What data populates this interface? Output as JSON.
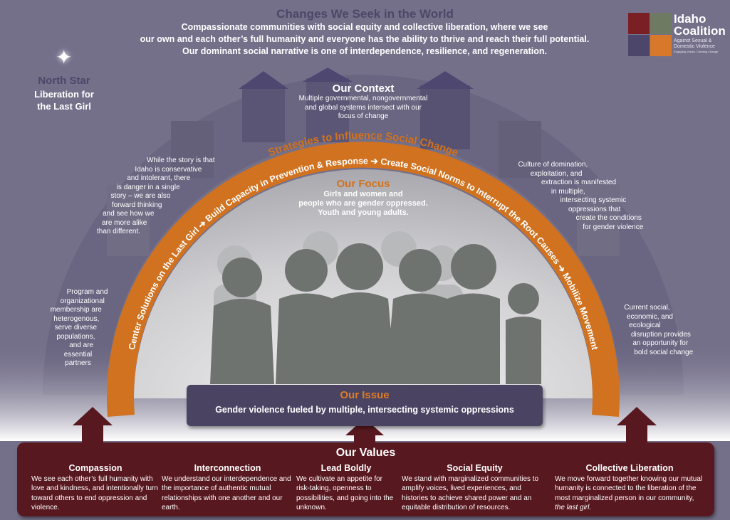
{
  "header": {
    "title": "Changes We Seek in the World",
    "lines": [
      "Compassionate communities with social equity and collective liberation, where we see",
      "our own and each other’s full humanity and everyone has the ability to thrive and reach their full potential.",
      "Our dominant social narrative is one of  interdependence, resilience, and regeneration."
    ]
  },
  "logo": {
    "title1": "Idaho",
    "title2": "Coalition",
    "sub1": "Against Sexual &",
    "sub2": "Domestic Violence",
    "tagline": "Engaging Voices. Creating Change",
    "colors": [
      "#7a1f24",
      "#6f7a63",
      "#4c466a",
      "#d8782a"
    ]
  },
  "north_star": {
    "title": "North Star",
    "line1": "Liberation for",
    "line2": "the Last Girl"
  },
  "context": {
    "title": "Our Context",
    "lines": [
      "Multiple governmental, nongovernmental",
      "and global systems intersect with our",
      "focus of change"
    ]
  },
  "strategies": {
    "title": "Strategies to Influence Social Change",
    "arc_text": "Center Solutions on the Last Girl ➔ Build Capacity in Prevention & Response ➔ Create Social Norms to Interrupt the Root Causes ➔ Mobilize Movement"
  },
  "focus": {
    "title": "Our Focus",
    "lines": [
      "Girls and women and",
      "people who are gender oppressed.",
      "Youth and young adults."
    ]
  },
  "side_notes": {
    "left_top": [
      "While the story is that",
      "Idaho is conservative",
      "and intolerant, there",
      "is danger in a single",
      "story – we are also",
      "forward thinking",
      "and see how we",
      "are more alike",
      "than different."
    ],
    "right_top": [
      "Culture of domination,",
      "exploitation, and",
      "extraction is manifested",
      "in multiple,",
      "intersecting systemic",
      "oppressions that",
      "create the conditions",
      "for gender violence"
    ],
    "left_bottom": [
      "Program and",
      "organizational",
      "membership are",
      "heterogenous,",
      "serve diverse",
      "populations,",
      "and are",
      "essential",
      "partners"
    ],
    "right_bottom": [
      "Current social,",
      "economic, and",
      "ecological",
      "disruption provides",
      "an opportunity for",
      "bold social change"
    ]
  },
  "issue": {
    "title": "Our Issue",
    "text": "Gender violence fueled by multiple, intersecting systemic oppressions"
  },
  "values": {
    "title": "Our Values",
    "items": [
      {
        "name": "Compassion",
        "text": "We see each other’s full humanity with love and kindness, and intentionally turn toward others to end oppression and violence."
      },
      {
        "name": "Interconnection",
        "text": "We understand our interdependence and the importance of authentic mutual relationships with one another and our earth."
      },
      {
        "name": "Lead Boldly",
        "text": "We cultivate an appetite for risk-taking, openness to possibilities, and going into the unknown."
      },
      {
        "name": "Social Equity",
        "text": "We stand with marginalized communities to amplify voices, lived experiences, and histories to achieve shared power and an equitable distribution of resources."
      },
      {
        "name": "Collective Liberation",
        "text": "We move forward together knowing our mutual humanity is connected to the liberation of the most marginalized person in our community,",
        "italic": "the last girl."
      }
    ]
  },
  "colors": {
    "background": "#75708a",
    "arc": "#d0721f",
    "values": "#581820",
    "issue": "#4a4462"
  }
}
